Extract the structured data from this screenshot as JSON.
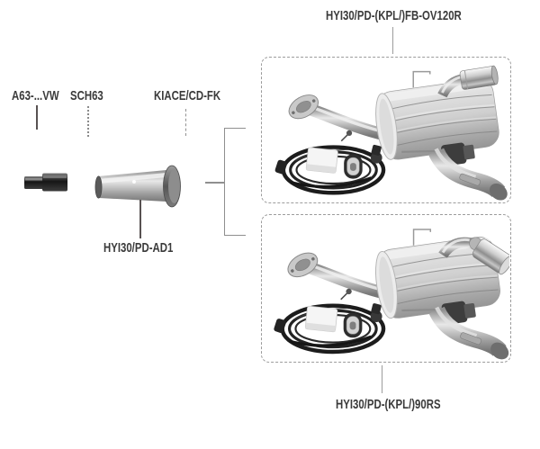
{
  "diagram": {
    "background_color": "#ffffff",
    "label_color": "#3a3a3a",
    "dash_border_color": "#9c9c9c",
    "cable_color": "#1c1c1c",
    "metal_light_color": "#ececec",
    "metal_dark_color": "#8f8f8f",
    "parts": {
      "top_kit": {
        "label": "HYI30/PD-(KPL/)FB-OV120R"
      },
      "sleeve": {
        "label": "A63-...VW"
      },
      "clamp": {
        "label": "SCH63"
      },
      "accessory": {
        "label": "KIACE/CD-FK"
      },
      "adapter": {
        "label": "HYI30/PD-AD1"
      },
      "bottom_kit": {
        "label": "HYI30/PD-(KPL/)90RS"
      }
    }
  }
}
